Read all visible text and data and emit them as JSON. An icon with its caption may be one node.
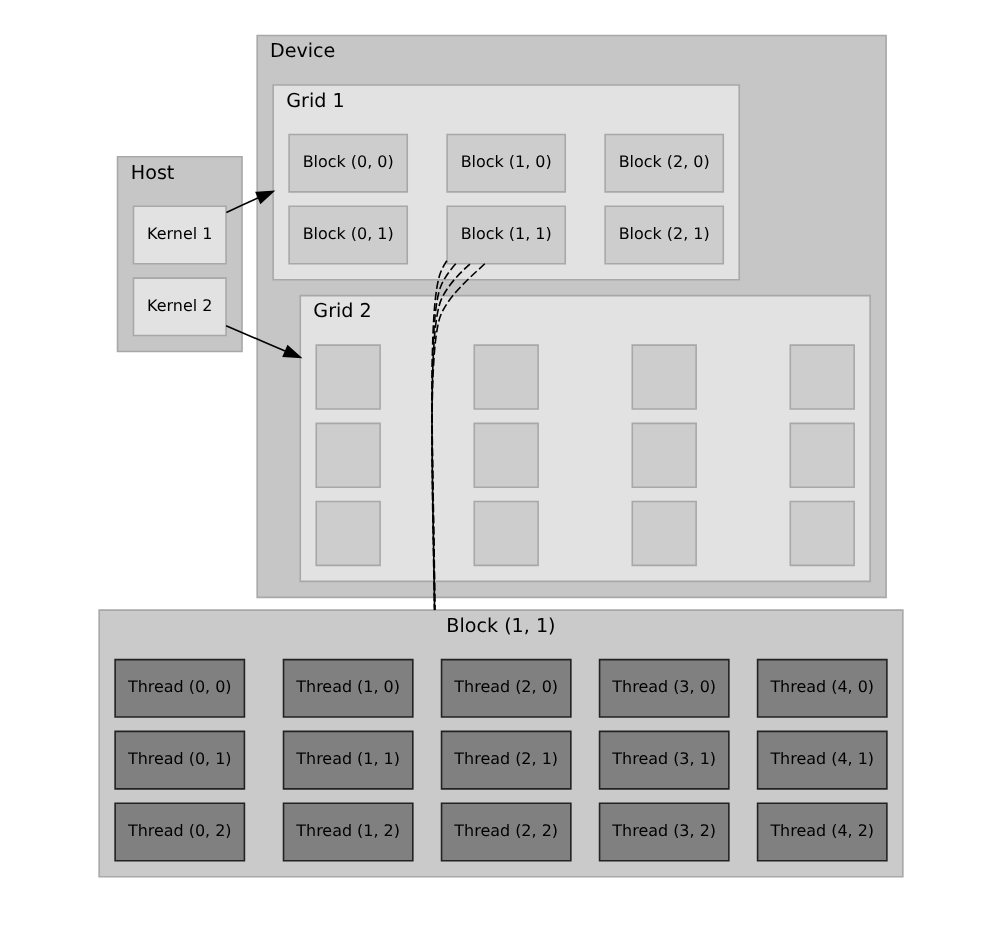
{
  "diagram": {
    "nodes": [
      {
        "text": [
          "Host"
        ]
      },
      {
        "text": [
          "Kernel 1"
        ],
        "in": 0
      },
      {
        "text": [
          "Kernel 2"
        ],
        "in": 0
      },
      {
        "text": [
          "Device"
        ]
      },
      {
        "text": [
          "Grid 1"
        ],
        "in": 3
      },
      {
        "text": [
          "Block (0, 0)"
        ],
        "in": 4
      },
      {
        "text": [
          "Block (1, 0)"
        ],
        "in": 4
      },
      {
        "text": [
          "Block (2, 0)"
        ],
        "in": 4
      },
      {
        "text": [
          "Block (0, 1)"
        ],
        "in": 4
      },
      {
        "text": [
          "Block (1, 1)"
        ],
        "in": 4
      },
      {
        "text": [
          "Block (2, 1)"
        ],
        "in": 4
      },
      {
        "text": [
          "Grid 2"
        ],
        "in": 3
      },
      {
        "text": [],
        "shape": "box",
        "in": 11
      },
      {
        "text": [],
        "shape": "box",
        "in": 11
      },
      {
        "text": [],
        "shape": "box",
        "in": 11
      },
      {
        "text": [],
        "shape": "box",
        "in": 11
      },
      {
        "text": [],
        "shape": "box",
        "in": 11
      },
      {
        "text": [],
        "shape": "box",
        "in": 11
      },
      {
        "text": [],
        "shape": "box",
        "in": 11
      },
      {
        "text": [],
        "shape": "box",
        "in": 11
      },
      {
        "text": [],
        "shape": "box",
        "in": 11
      },
      {
        "text": [],
        "shape": "box",
        "in": 11
      },
      {
        "text": [],
        "shape": "box",
        "in": 11
      },
      {
        "text": [],
        "shape": "box",
        "in": 11
      },
      {
        "text": [
          "Block (1, 1)"
        ]
      },
      {
        "text": [
          "Thread (0, 0)"
        ],
        "in": 24
      },
      {
        "text": [
          "Thread (1, 0)"
        ],
        "in": 24
      },
      {
        "text": [
          "Thread (2, 0)"
        ],
        "in": 24
      },
      {
        "text": [
          "Thread (3, 0)"
        ],
        "in": 24
      },
      {
        "text": [
          "Thread (4, 0)"
        ],
        "in": 24
      },
      {
        "text": [
          "Thread (0, 1)"
        ],
        "in": 24
      },
      {
        "text": [
          "Thread (1, 1)"
        ],
        "in": 24
      },
      {
        "text": [
          "Thread (2, 1)"
        ],
        "in": 24
      },
      {
        "text": [
          "Thread (3, 1)"
        ],
        "in": 24
      },
      {
        "text": [
          "Thread (4, 1)"
        ],
        "in": 24
      },
      {
        "text": [
          "Thread (0, 2)"
        ],
        "in": 24
      },
      {
        "text": [
          "Thread (1, 2)"
        ],
        "in": 24
      },
      {
        "text": [
          "Thread (2, 2)"
        ],
        "in": 24
      },
      {
        "text": [
          "Thread (3, 2)"
        ],
        "in": 24
      },
      {
        "text": [
          "Thread (4, 2)"
        ],
        "in": 24
      }
    ],
    "edges": [
      {
        "from": 1,
        "to": 4,
        "arrow": "to"
      },
      {
        "from": 2,
        "to": 11,
        "arrow": "to"
      },
      {
        "from": 9,
        "to": 24,
        "arrow": "none",
        "style": "dashed"
      },
      {
        "from": 9,
        "to": 24,
        "arrow": "none",
        "style": "dashed"
      },
      {
        "from": 9,
        "to": 24,
        "arrow": "none",
        "style": "dashed"
      },
      {
        "from": 9,
        "to": 24,
        "arrow": "none",
        "style": "dashed"
      }
    ]
  }
}
